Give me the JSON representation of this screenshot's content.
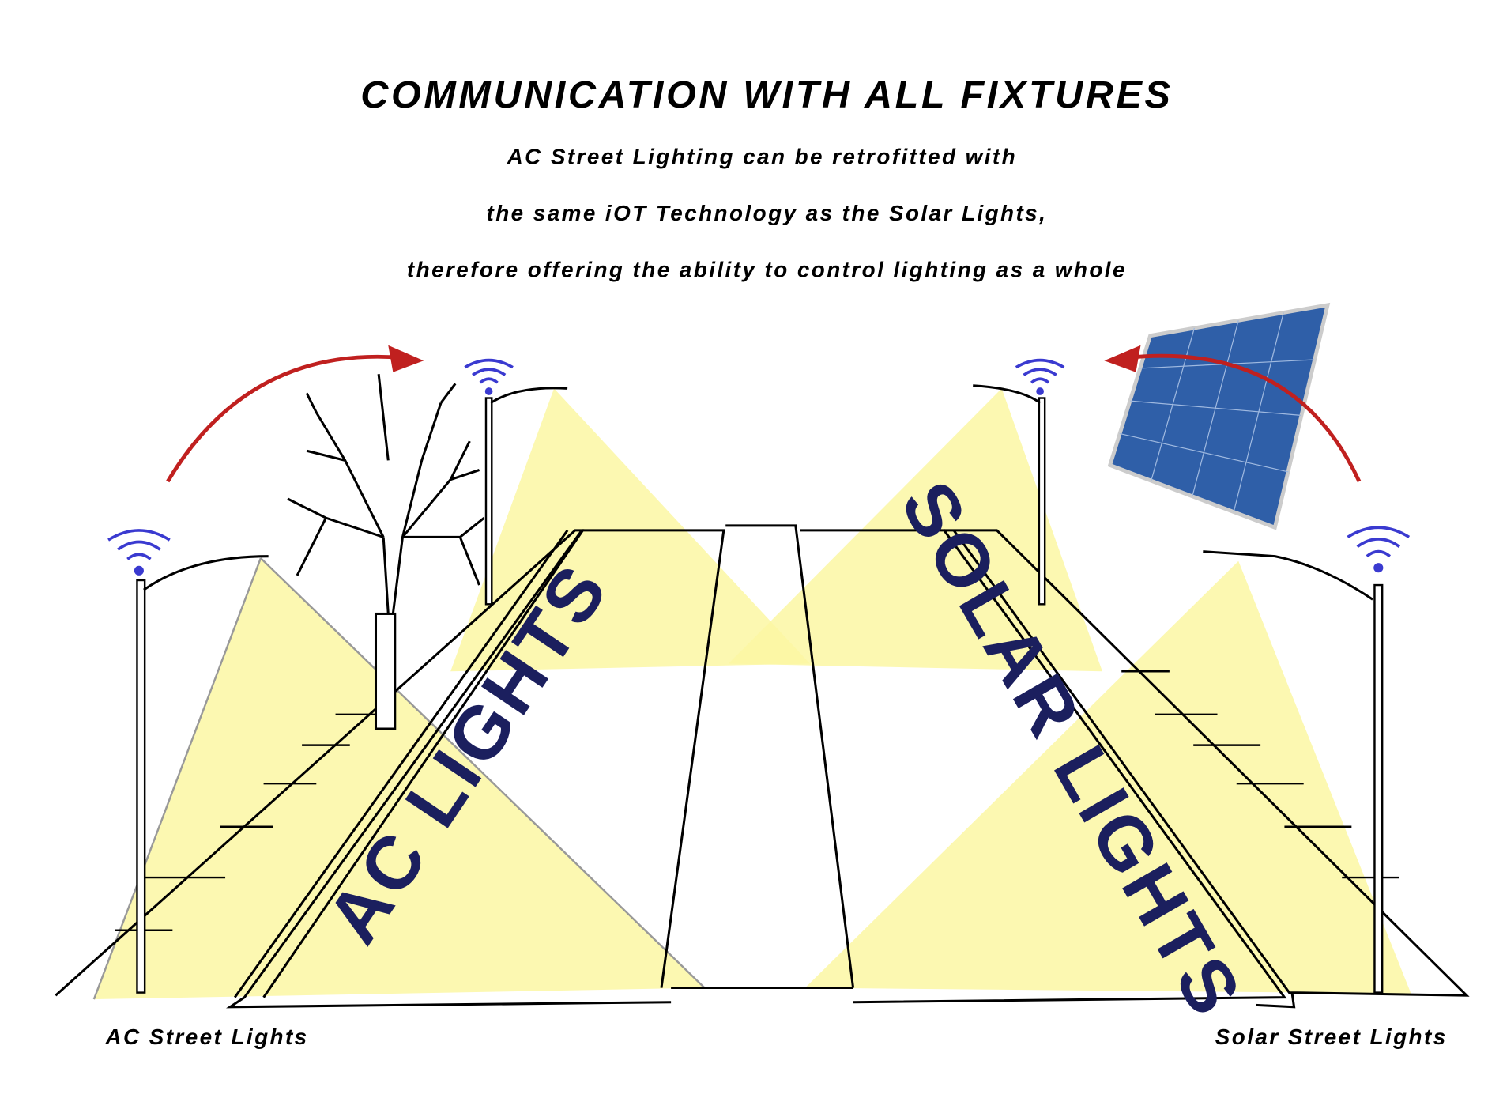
{
  "title": "COMMUNICATION WITH ALL FIXTURES",
  "subtitle_lines": [
    "AC Street Lighting can be retrofitted with",
    "the same iOT Technology as the Solar Lights,",
    "therefore offering the ability to control lighting as a whole"
  ],
  "road_labels": {
    "ac": "AC LIGHTS",
    "solar": "SOLAR LIGHTS"
  },
  "captions": {
    "ac": "AC Street Lights",
    "solar": "Solar Street Lights"
  },
  "colors": {
    "light": "#fbf7a3",
    "label": "#1b1f5e",
    "arrow": "#c0201f",
    "wifi": "#3a3ad0",
    "panel": "#2f5fa8"
  }
}
